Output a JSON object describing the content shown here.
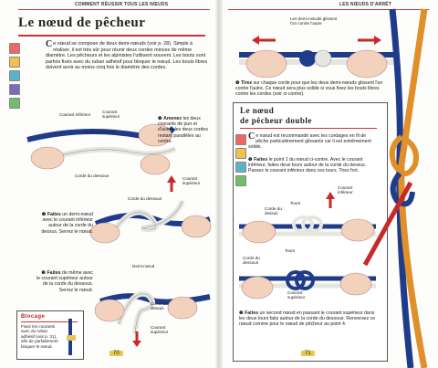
{
  "header": {
    "left_running": "Comment réussir tous les nœuds",
    "right_running": "Les nœuds d'arrêt"
  },
  "left": {
    "title": "Le nœud de pêcheur",
    "intro_dropcap": "C",
    "intro": "e nœud se compose de deux demi-nœuds (voir p. 28). Simple à réaliser, il est très sûr pour réunir deux cordes minces de même diamètre. Les pêcheurs et les alpinistes l'utilisent souvent. Les bouts sont parfois fixés avec du ruban adhésif pour bloquer le nœud. Les bouts libres doivent avoir au moins cinq fois le diamètre des cordes.",
    "step1": {
      "num": "❶",
      "bold": "Amenez",
      "text": "les deux courants de pun et d'autre, les deux cordes restant parallèles au centre."
    },
    "step2": {
      "num": "❷",
      "bold": "Faites",
      "text": "un demi-nœud avec le courant inférieur autour de la corde du dessus. Serrez le nœud."
    },
    "step3": {
      "num": "❸",
      "bold": "Faites",
      "text": "de même avec le courant supérieur autour de la corde du dessous. Serrez le nœud."
    },
    "labels": {
      "courant_superieur": "Courant supérieur",
      "courant_inferieur": "Courant inférieur",
      "corde_dessus": "Corde du dessus",
      "corde_dessous": "Corde du dessous",
      "courant_superieur2": "Courant supérieur",
      "corde_dessous2": "Corde du dessous",
      "demi_noeud": "Demi-nœud",
      "corde_dessus2": "Corde du dessus",
      "courant_superieur3": "Courant supérieur"
    },
    "sidebar_title": "Blocage",
    "sidebar_text": "Fixez les courants avec du ruban adhésif (voir p. 31), afin de parfaitement bloquer le nœud.",
    "page_number": "70"
  },
  "right": {
    "top_label": "Les demi-nœuds glissent l'un contre l'autre",
    "step4": {
      "num": "❹",
      "bold": "Tirez",
      "text": "sur chaque corde pour que les deux demi-nœuds glissent l'un contre l'autre. Ce nœud sera plus solide si vous fixez les bouts libres contre les cordes (voir ci-contre)."
    },
    "box_title_1": "Le nœud",
    "box_title_2": "de pêcheur double",
    "box_dropcap": "C",
    "box_intro": "e nœud est recommandé avec les cordages en fil de pêche particulièrement glissants car il est extrêmement solide.",
    "box_step1": {
      "num": "❶",
      "bold": "Faites",
      "text": "le point 1 du nœud ci-contre. Avec le courant inférieur, faites deux tours autour de la corde du dessus. Passez le courant inférieur dans ces tours. Tirez fort."
    },
    "box_step2": {
      "num": "❷",
      "bold": "Faites",
      "text": "un second nœud en passant le courant supérieur dans les deux tours faits autour de la corde du dessous. Renversez ce nœud comme pour le nœud de pêcheur au point 4."
    },
    "labels": {
      "courant_inferieur": "Courant inférieur",
      "tours": "Tours",
      "corde_dessus": "Corde du dessus",
      "tours2": "Tours",
      "corde_dessous": "Corde du dessous",
      "courant_superieur": "Courant supérieur"
    },
    "page_number": "71"
  },
  "colors": {
    "accent": "#cc3333",
    "rope_blue": "#1f3c8a",
    "rope_white": "#f2f2ee",
    "rope_orange": "#e0902a",
    "rope_red": "#c8282a",
    "skin": "#f2d2bd"
  }
}
